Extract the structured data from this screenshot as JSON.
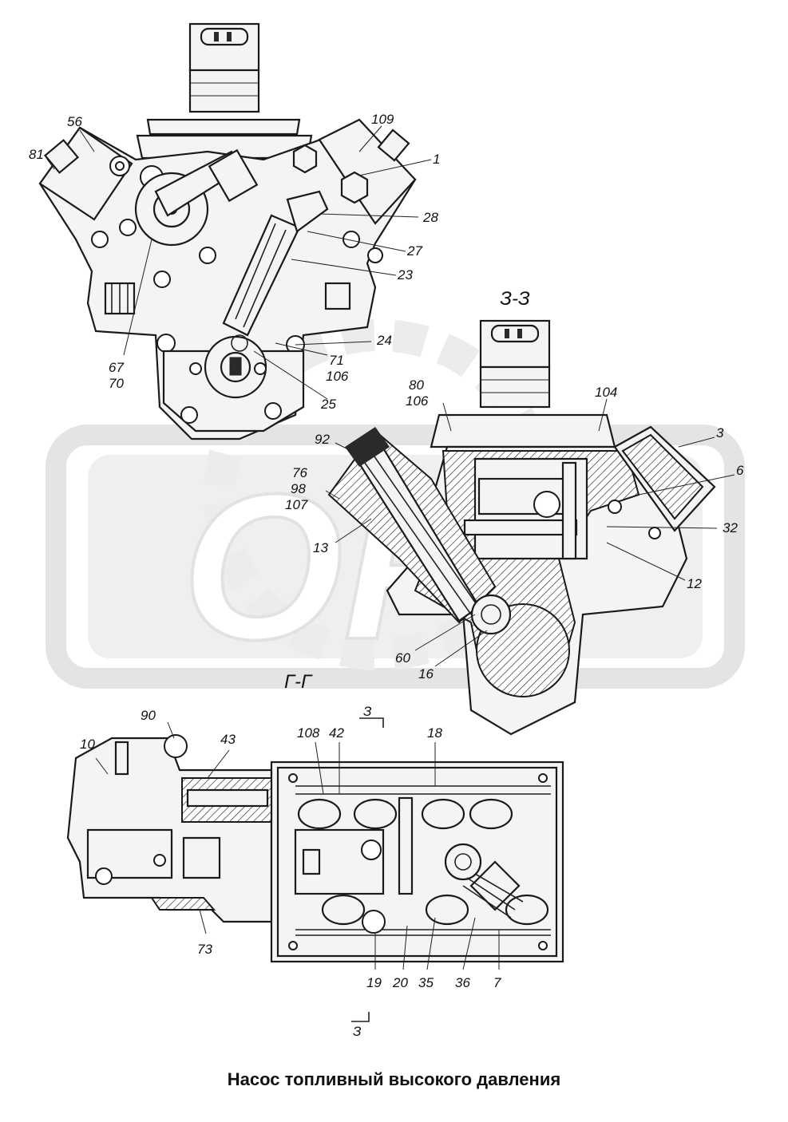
{
  "caption": "Насос топливный высокого давления",
  "watermark": "ОРТ",
  "section_labels": {
    "section_3": "З-З",
    "section_g": "Г-Г",
    "cut_top": "З",
    "cut_bottom": "З"
  },
  "callouts_top": [
    "56",
    "81",
    "109",
    "1",
    "28",
    "27",
    "23",
    "24",
    "71",
    "106",
    "67",
    "70",
    "25"
  ],
  "callouts_middle": [
    "80",
    "106",
    "104",
    "3",
    "92",
    "6",
    "76",
    "98",
    "107",
    "32",
    "13",
    "12",
    "60",
    "16"
  ],
  "callouts_bottom": [
    "90",
    "10",
    "43",
    "108",
    "42",
    "18",
    "73",
    "19",
    "20",
    "35",
    "36",
    "7"
  ],
  "colors": {
    "ink": "#1a1a1a",
    "watermark": "#e6e6e6",
    "paper": "#ffffff"
  }
}
